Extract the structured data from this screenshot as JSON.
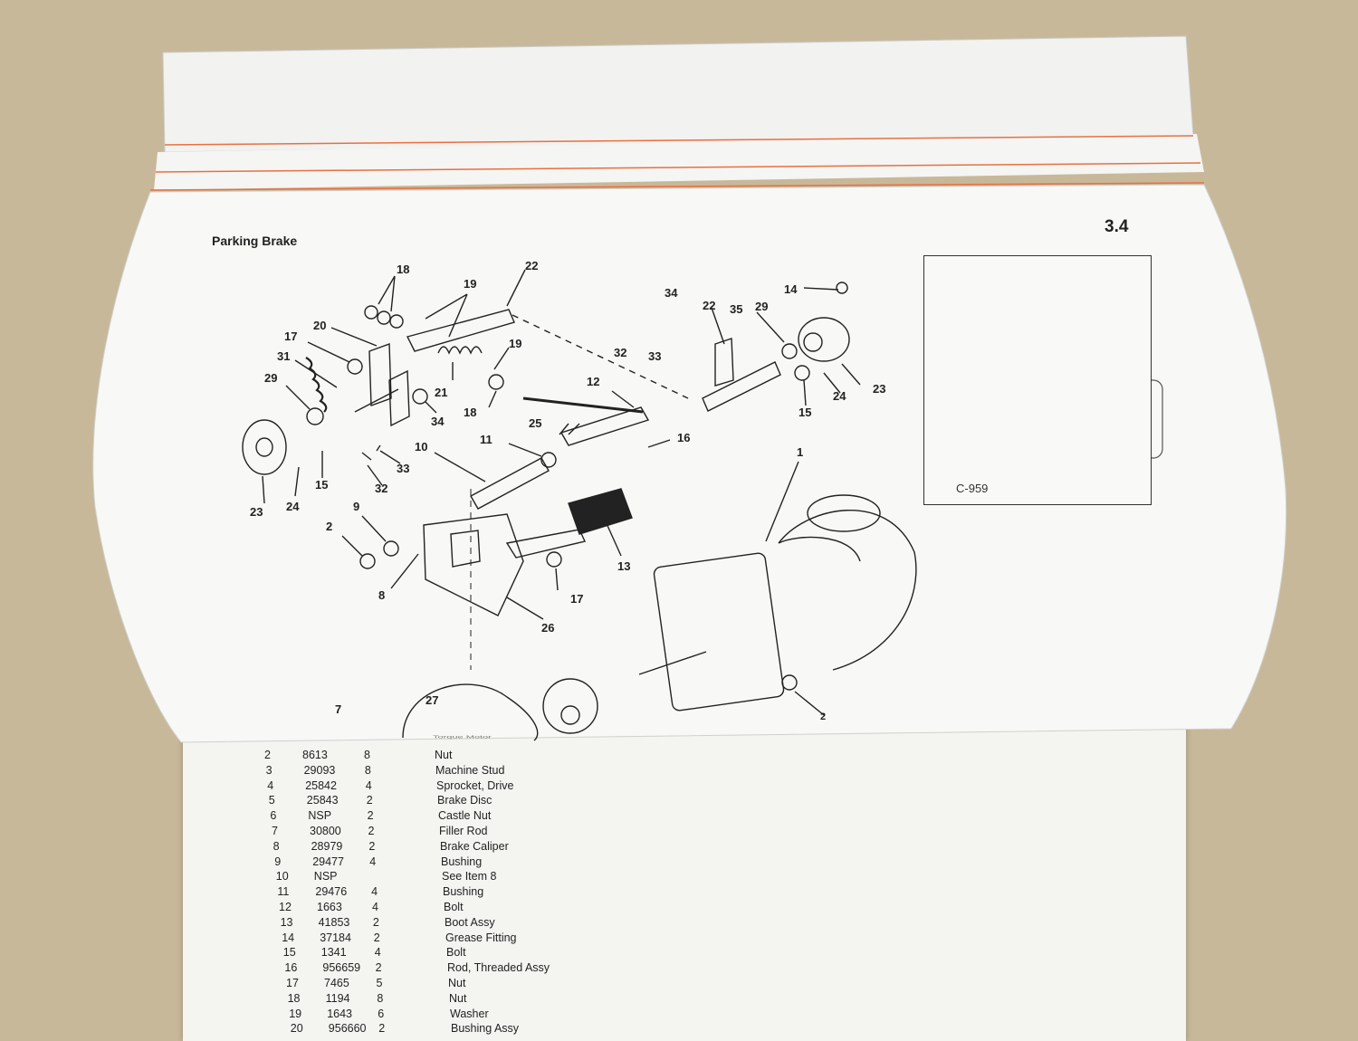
{
  "page": {
    "title": "Parking Brake",
    "section_number": "3.4",
    "inset_code": "C-959"
  },
  "callouts": [
    "18",
    "19",
    "22",
    "20",
    "17",
    "31",
    "29",
    "19",
    "21",
    "34",
    "18",
    "23",
    "24",
    "15",
    "32",
    "33",
    "10",
    "11",
    "25",
    "12",
    "16",
    "32",
    "33",
    "34",
    "22",
    "35",
    "29",
    "14",
    "24",
    "23",
    "15",
    "1",
    "9",
    "2",
    "8",
    "26",
    "13",
    "17",
    "27",
    "7",
    "2"
  ],
  "parts_table": {
    "top_fragment": "Torque Motor",
    "rows": [
      {
        "item": "2",
        "part": "8613",
        "qty": "8",
        "desc": "Nut"
      },
      {
        "item": "3",
        "part": "29093",
        "qty": "8",
        "desc": "Machine Stud"
      },
      {
        "item": "4",
        "part": "25842",
        "qty": "4",
        "desc": "Sprocket, Drive"
      },
      {
        "item": "5",
        "part": "25843",
        "qty": "2",
        "desc": "Brake Disc"
      },
      {
        "item": "6",
        "part": "NSP",
        "qty": "2",
        "desc": "Castle Nut"
      },
      {
        "item": "7",
        "part": "30800",
        "qty": "2",
        "desc": "Filler Rod"
      },
      {
        "item": "8",
        "part": "28979",
        "qty": "2",
        "desc": "Brake Caliper"
      },
      {
        "item": "9",
        "part": "29477",
        "qty": "4",
        "desc": "Bushing"
      },
      {
        "item": "10",
        "part": "NSP",
        "qty": "",
        "desc": "See Item 8"
      },
      {
        "item": "11",
        "part": "29476",
        "qty": "4",
        "desc": "Bushing"
      },
      {
        "item": "12",
        "part": "1663",
        "qty": "4",
        "desc": "Bolt"
      },
      {
        "item": "13",
        "part": "41853",
        "qty": "2",
        "desc": "Boot Assy"
      },
      {
        "item": "14",
        "part": "37184",
        "qty": "2",
        "desc": "Grease Fitting"
      },
      {
        "item": "15",
        "part": "1341",
        "qty": "4",
        "desc": "Bolt"
      },
      {
        "item": "16",
        "part": "956659",
        "qty": "2",
        "desc": "Rod, Threaded Assy"
      },
      {
        "item": "17",
        "part": "7465",
        "qty": "5",
        "desc": "Nut"
      },
      {
        "item": "18",
        "part": "1194",
        "qty": "8",
        "desc": "Nut"
      },
      {
        "item": "19",
        "part": "1643",
        "qty": "6",
        "desc": "Washer"
      },
      {
        "item": "20",
        "part": "956660",
        "qty": "2",
        "desc": "Bushing Assy"
      }
    ]
  }
}
